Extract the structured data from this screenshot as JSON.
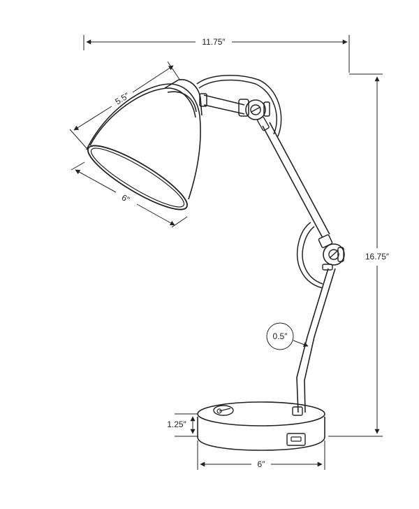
{
  "dimensions": {
    "overall_width": "11.75″",
    "overall_height": "16.75″",
    "shade_length": "5.5″",
    "shade_diameter": "6″",
    "arm_diameter": "0.5″",
    "base_height": "1.25″",
    "base_diameter": "6″"
  },
  "colors": {
    "line": "#222222",
    "background": "#ffffff"
  }
}
